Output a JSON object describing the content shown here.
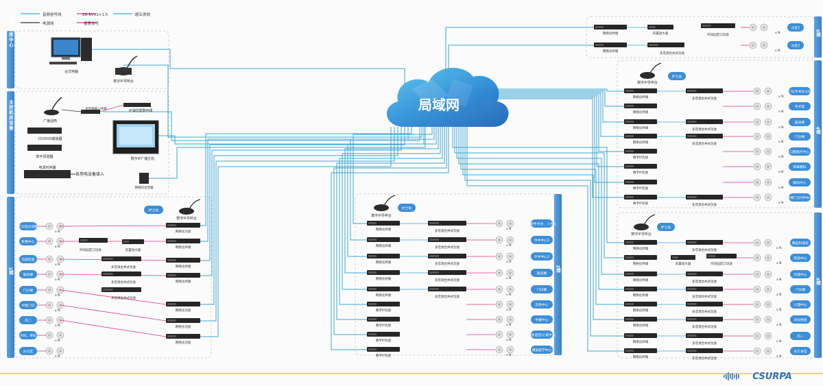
{
  "legend": [
    {
      "label": "音频信号线",
      "color": "#39a9d9"
    },
    {
      "label": "ZR-RVV2×1.5",
      "color": "#e0338a"
    },
    {
      "label": "超五类线",
      "color": "#39a9d9"
    },
    {
      "label": "电源线",
      "color": "#333333"
    },
    {
      "label": "报警信号",
      "color": "#e0338a"
    }
  ],
  "cloud_label": "局域网",
  "sections": {
    "dispatch": "调度指挥中心",
    "control": "主控机房设备",
    "floor1": "1楼",
    "floor2": "2楼",
    "floor3": "3楼",
    "floor4": "4楼",
    "floor5": "5楼"
  },
  "control_devices": {
    "pc": "台式电脑",
    "paging_console": "数字IP寻呼台",
    "mic": "广播话筒",
    "ip_input_terminal": "IP音频输入终端",
    "ip_fire_alarm": "IP消防报警终端",
    "cd_player": "CD/DVD播放器",
    "tuner": "数字调谐器",
    "power_sequencer": "电源时序器",
    "other_devices": "各用电设备接入",
    "ip_host": "数字IP广播主机",
    "cabinet": "网络综合音箱"
  },
  "floor1": {
    "nurse": "护士站",
    "paging": "数字IP寻呼台",
    "zones": [
      "ICU/急诊观察",
      "影像中心",
      "功能检查",
      "医技楼",
      "门诊楼",
      "中医门诊",
      "内二",
      "外科、骨科",
      "办公区"
    ],
    "devices": [
      "网络化功放",
      "网络化终端",
      "网络化终端",
      "网络化终端",
      "网络化功放",
      "网络化功放",
      "网络化功放"
    ],
    "amp_rows": [
      {
        "left": "鸣叫固定口功放",
        "right": "前置放大器"
      },
      {
        "left": "多音源合并式功放"
      },
      {
        "left": "多音源合并式功放"
      },
      {
        "left": "多音源合并式功放"
      }
    ]
  },
  "floor2": {
    "nurse": "护士站",
    "paging": "数字IP寻呼台",
    "zones": [
      "分院手术台、入手入",
      "手术中心1",
      "手术中心2",
      "医技楼",
      "门诊楼",
      "急救中心",
      "中健中心",
      "消防监控/心脏中心",
      "康复医学中心"
    ],
    "devices": [
      "网络化终端",
      "网络化终端",
      "网络化终端",
      "网络化终端",
      "网络化终端",
      "数字IP功放",
      "数字IP功放",
      "数字IP功放",
      "数字IP功放"
    ],
    "amp": "多音源合并式功放"
  },
  "floor3": {
    "nurse": "护士站",
    "paging": "数字IP寻呼台",
    "zones": [
      "精品科病房",
      "检验中心",
      "内镜中心",
      "门诊楼",
      "心理中心",
      "消化免疫",
      "内一",
      "员工食堂"
    ],
    "devices": [
      "网络化终端",
      "网络化终端",
      "网络化终端",
      "网络化终端",
      "网络化终端",
      "网络化终端",
      "网络化终端",
      "网络化终端"
    ],
    "front_amp": "前置放大器",
    "fixed_amp": "鸣叫固定口功放",
    "amp": "多音源合并式功放"
  },
  "floor4": {
    "nurse": "护士站",
    "paging": "数字IP寻呼台",
    "zones": [
      "门诊手术办公室",
      "手术室",
      "医技楼",
      "门诊楼",
      "口腔医疗中心",
      "耳鼻喉科",
      "眼科中心",
      "特需门诊VIP中心"
    ],
    "devices": [
      "网络化终端",
      "网络化终端",
      "网络化终端",
      "网络化终端",
      "数字IP功放",
      "数字IP功放",
      "数字IP功放",
      "数字IP功放"
    ],
    "amp": "多音源合并式功放"
  },
  "floor5": {
    "zones": [
      "分区1",
      "分区2"
    ],
    "devices": [
      "网络化终端",
      "网络化终端"
    ],
    "front_amp": "前置放大器",
    "fixed_amp": "鸣叫固定口功放",
    "amp": "多音源合并式功放"
  },
  "xn": "x N",
  "brand": "CSURPA",
  "colors": {
    "lan": "#3ba7d6",
    "audio": "#e0338a",
    "section_bar": "#4a8fd0",
    "zone_btn": "#3d8ed8"
  }
}
